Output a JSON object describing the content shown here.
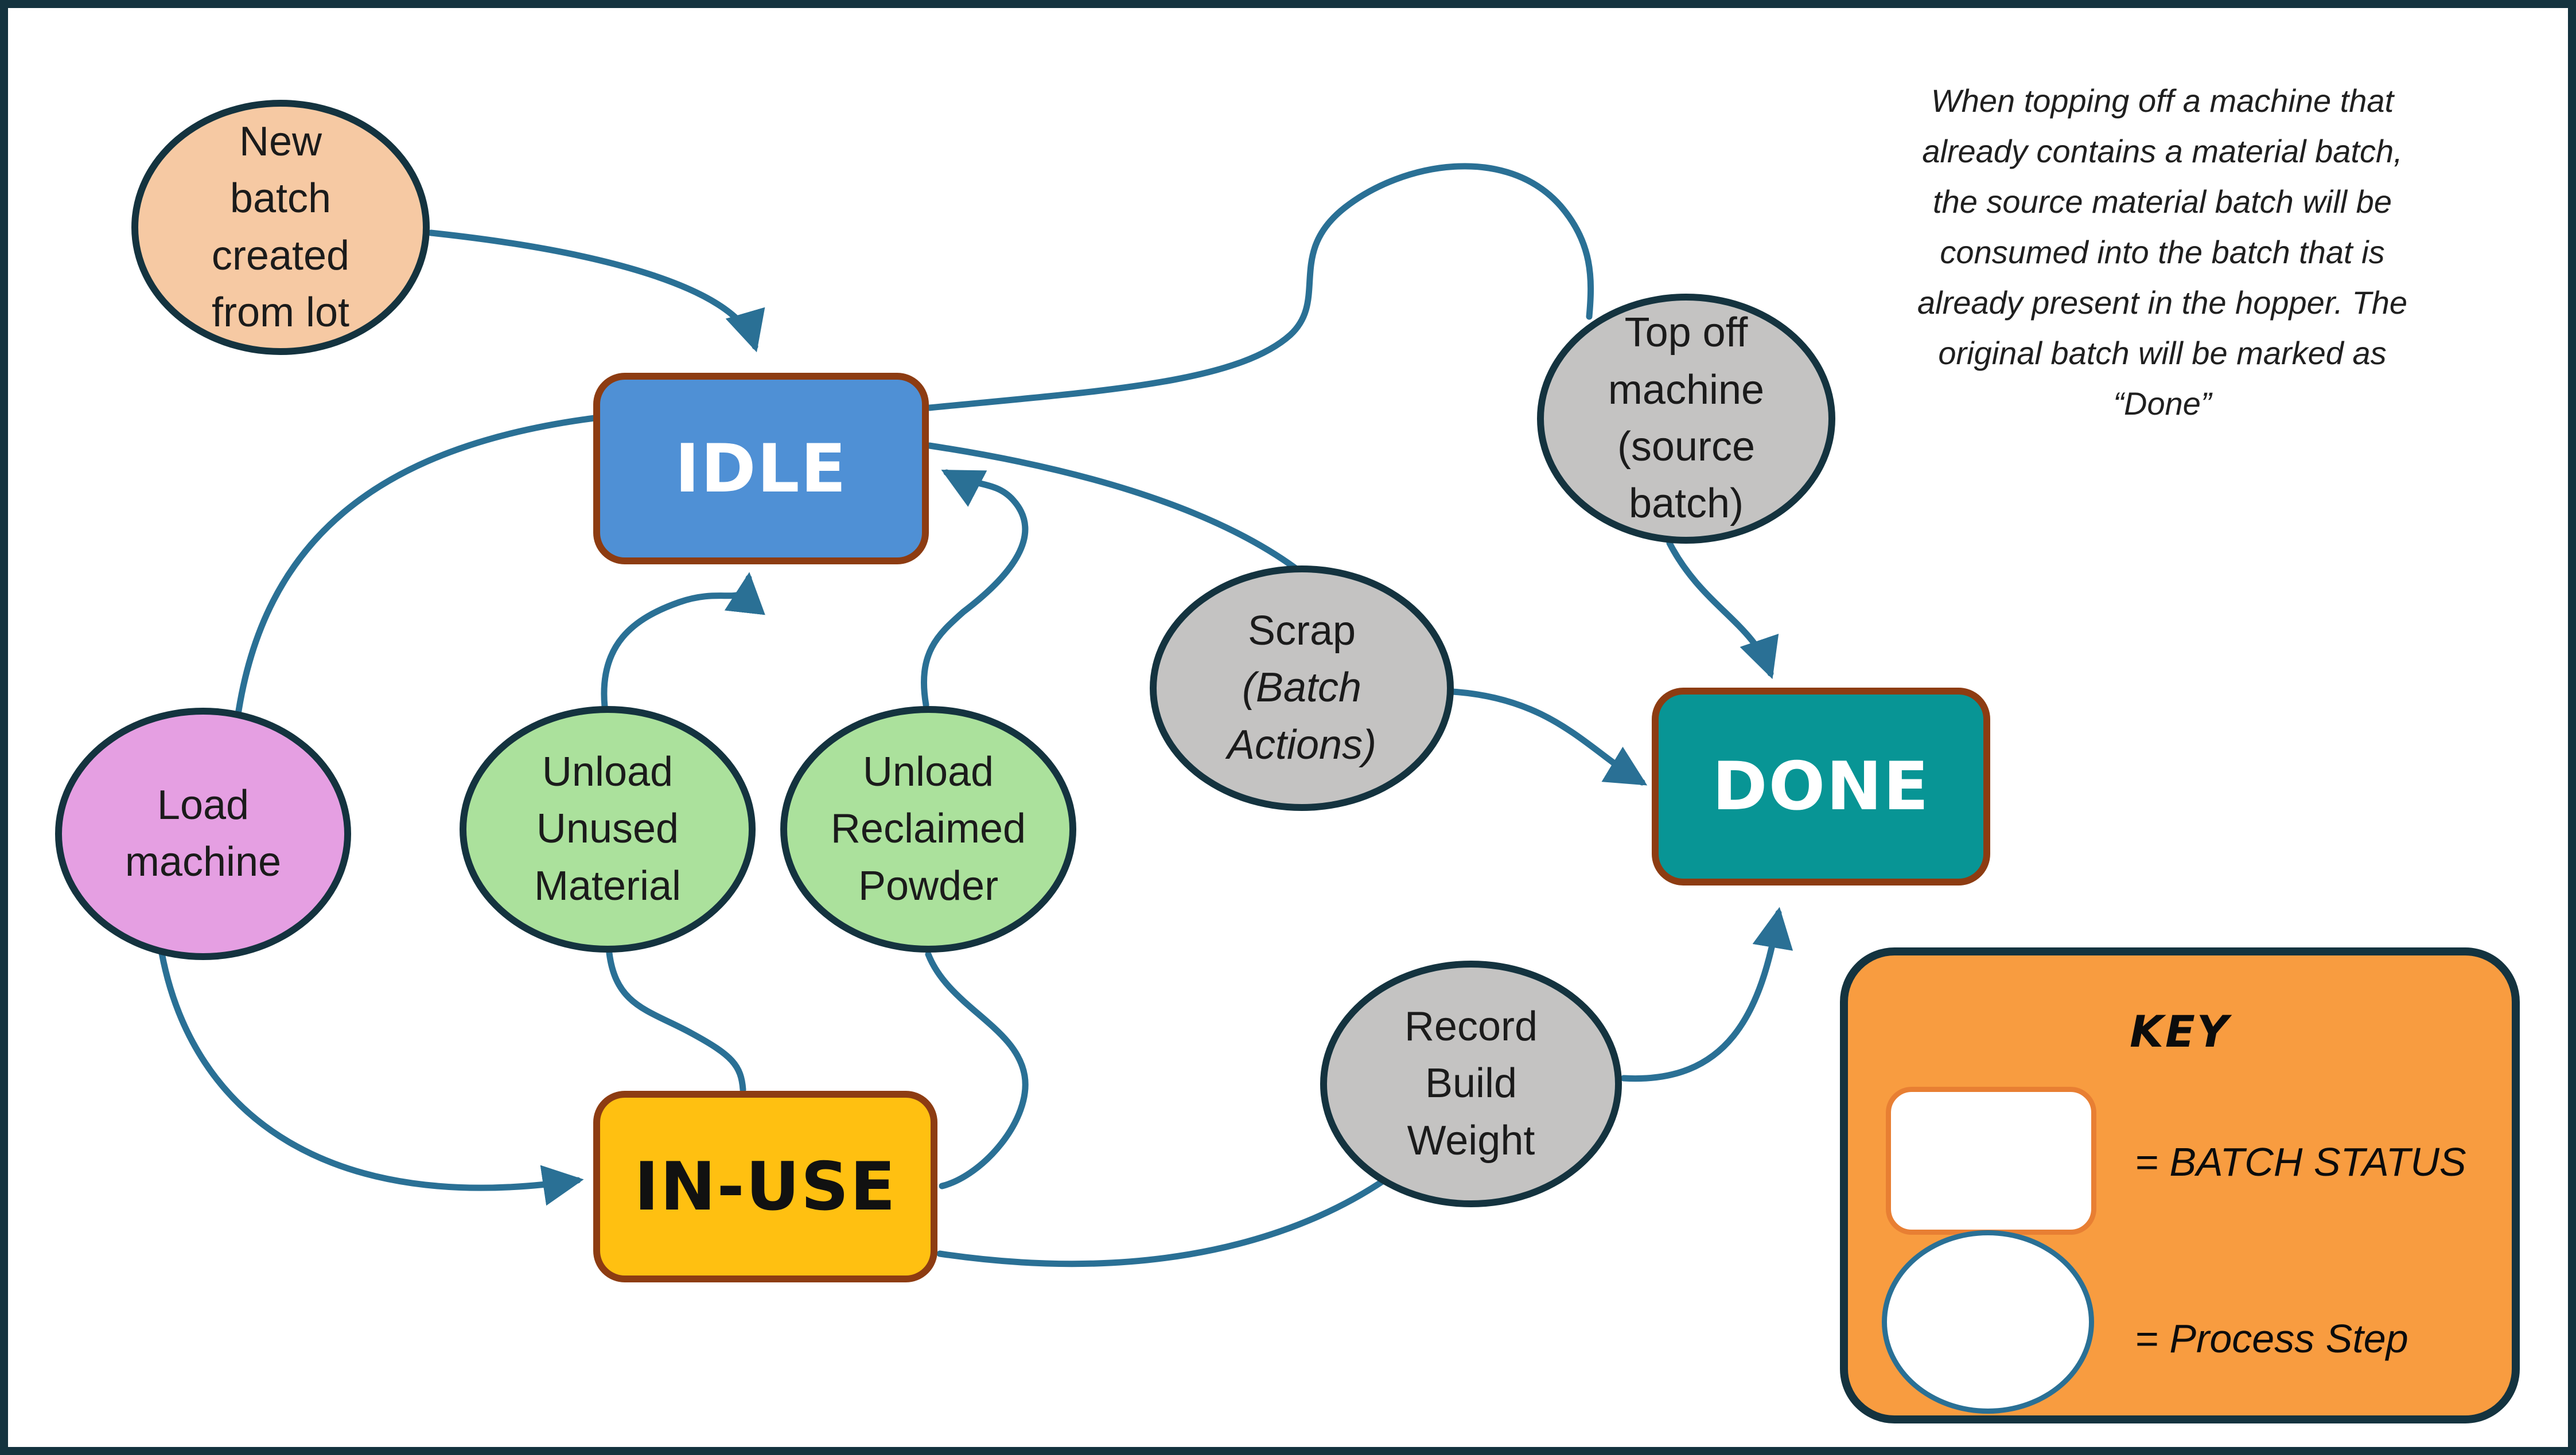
{
  "canvas": {
    "background": "#ffffff",
    "border_color": "#14333f"
  },
  "colors": {
    "connector": "#2a7095",
    "node_outline": "#14333f",
    "status_outline": "#8d3c12",
    "idle_fill": "#4f90d5",
    "in_use_fill": "#ffc011",
    "done_fill": "#089595",
    "new_batch_fill": "#f6c9a3",
    "load_fill": "#e59fe2",
    "unload_fill": "#abe19c",
    "gray_fill": "#c4c3c2",
    "key_fill": "#f89c40",
    "key_rect_outline": "#e87f33",
    "key_ellipse_outline": "#2a7095"
  },
  "statuses": {
    "idle": "IDLE",
    "in_use": "IN-USE",
    "done": "DONE"
  },
  "steps": {
    "new_batch": "New batch created from lot",
    "load": "Load machine",
    "unload_unused": "Unload Unused Material",
    "unload_reclaimed": "Unload Reclaimed Powder",
    "scrap": "Scrap",
    "scrap_sub": "(Batch Actions)",
    "top_off": "Top off machine (source batch)",
    "record": "Record Build Weight"
  },
  "note": {
    "lines": [
      "When topping off a machine that",
      "already contains a material batch,",
      "the source material batch will be",
      "consumed into the batch that is",
      "already present in the hopper. The",
      "original batch will be marked as",
      "“Done”"
    ]
  },
  "key": {
    "title": "KEY",
    "batch_status": "= BATCH STATUS",
    "process_step": "= Process Step"
  }
}
